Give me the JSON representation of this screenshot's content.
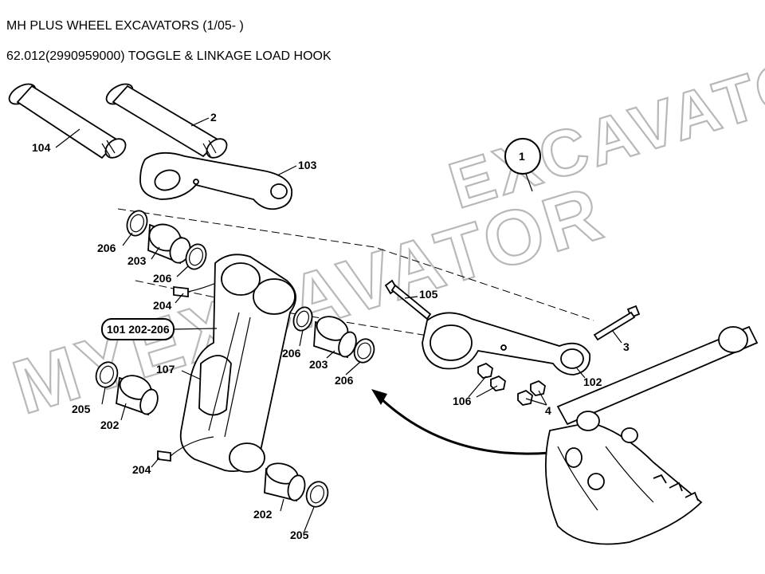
{
  "header": {
    "model": "MH PLUS WHEEL EXCAVATORS (1/05- )",
    "group": "62.012(2990959000) TOGGLE & LINKAGE LOAD HOOK"
  },
  "callouts": {
    "c104": "104",
    "c2": "2",
    "c103": "103",
    "c1": "1",
    "c206a": "206",
    "c203a": "203",
    "c206b": "206",
    "c204a": "204",
    "c101": "101 202-206",
    "c107": "107",
    "c205a": "205",
    "c202a": "202",
    "c204b": "204",
    "c202b": "202",
    "c205b": "205",
    "c105": "105",
    "c206c": "206",
    "c203b": "203",
    "c206d": "206",
    "c3": "3",
    "c102": "102",
    "c106": "106",
    "c4": "4"
  },
  "watermarks": {
    "top": "EXCAVATOR.RU",
    "main": "MYEXCAVATOR"
  }
}
